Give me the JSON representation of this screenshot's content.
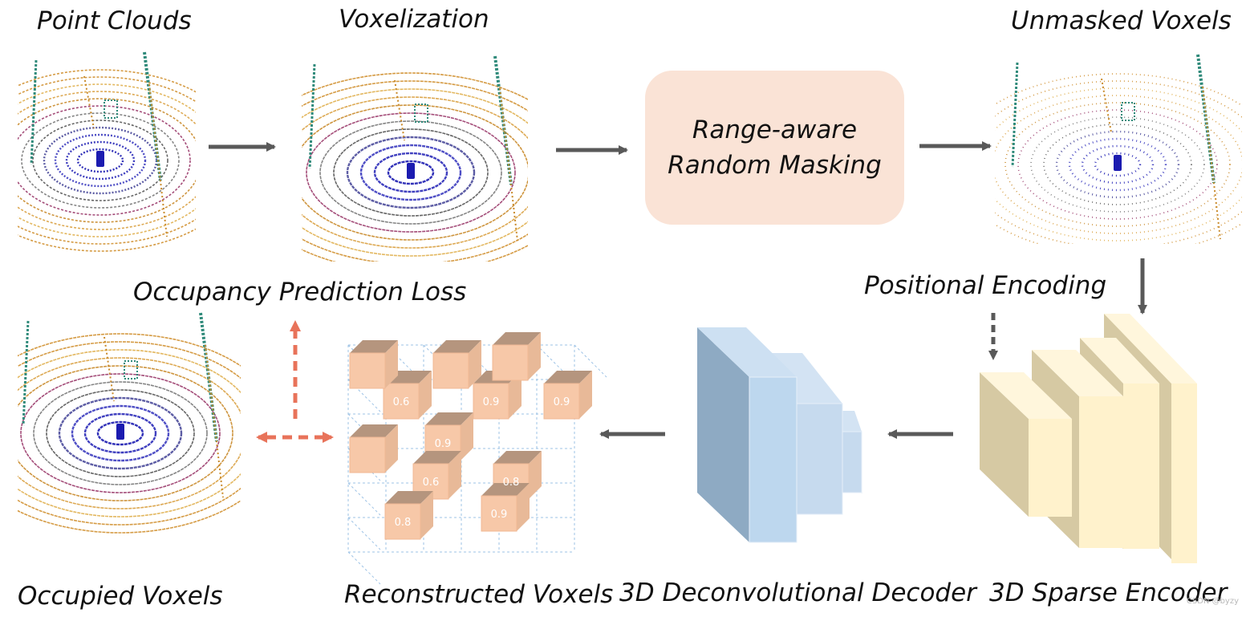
{
  "labels": {
    "point_clouds": "Point Clouds",
    "voxelization": "Voxelization",
    "unmasked_voxels": "Unmasked Voxels",
    "positional_encoding": "Positional Encoding",
    "occupancy_loss": "Occupancy Prediction Loss",
    "occupied_voxels": "Occupied Voxels",
    "reconstructed_voxels": "Reconstructed Voxels",
    "decoder": "3D Deconvolutional Decoder",
    "encoder": "3D Sparse Encoder"
  },
  "masking_box": {
    "line1": "Range-aware",
    "line2": "Random Masking"
  },
  "cube_values": [
    "0.6",
    "0.9",
    "0.9",
    "0.9",
    "0.6",
    "0.8",
    "0.9",
    "0.8"
  ],
  "watermark": "CSDN @byzy",
  "colors": {
    "arrow": "#595959",
    "loss_arrow": "#e8735a",
    "masking_box": "#fae3d6",
    "voxel_cube": "#f7c8a8",
    "decoder_block": "#bdd7ee",
    "encoder_block": "#fff2cc"
  }
}
